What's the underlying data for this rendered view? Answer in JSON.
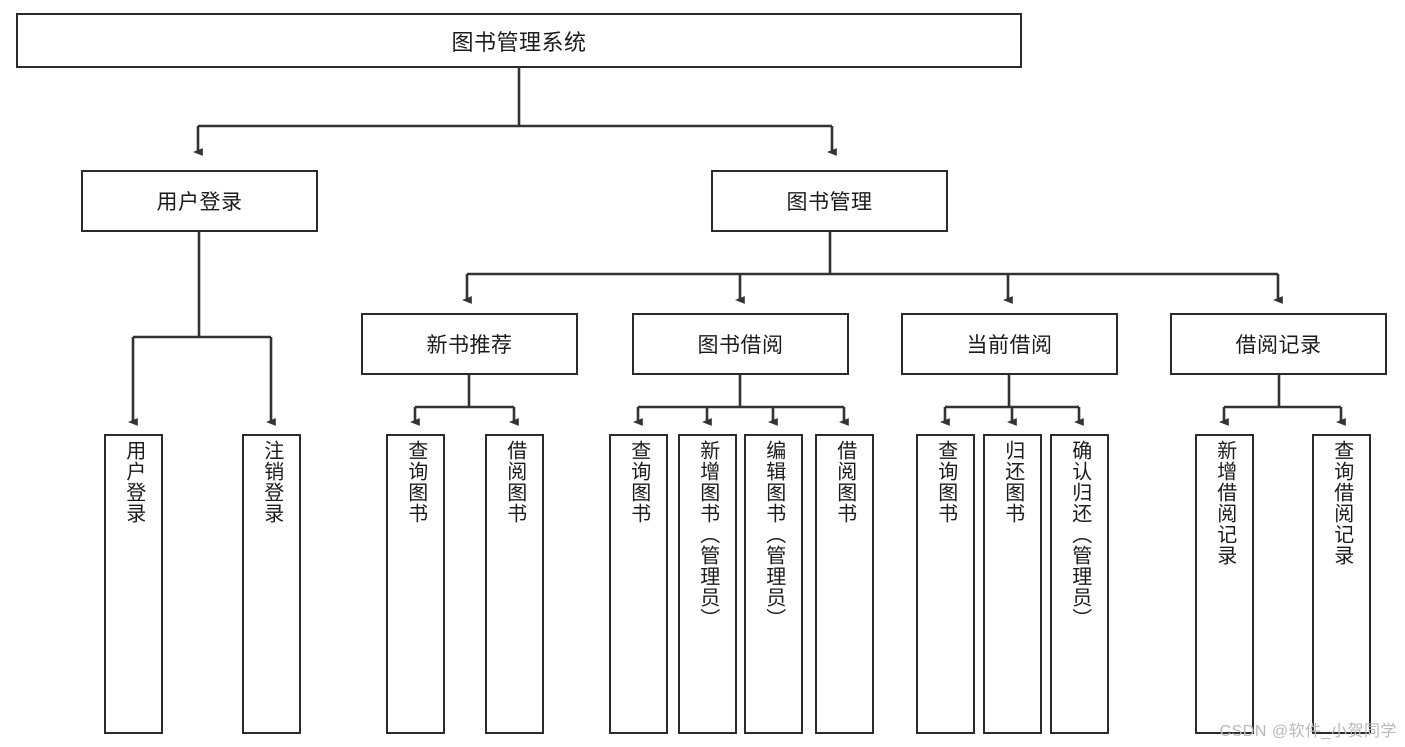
{
  "diagram": {
    "type": "tree",
    "title": "图书管理系统",
    "watermark": "CSDN @软件_小贺同学",
    "colors": {
      "box_border": "#2b2b2b",
      "box_fill": "#ffffff",
      "connector": "#333333",
      "text": "#1b1b1b",
      "watermark": "#b9b9b9"
    },
    "root": {
      "label": "图书管理系统"
    },
    "level1": [
      {
        "label": "用户登录"
      },
      {
        "label": "图书管理"
      }
    ],
    "level2": [
      {
        "label": "新书推荐"
      },
      {
        "label": "图书借阅"
      },
      {
        "label": "当前借阅"
      },
      {
        "label": "借阅记录"
      }
    ],
    "leaves": {
      "user_login": [
        {
          "label": "用户登录"
        },
        {
          "label": "注销登录"
        }
      ],
      "new_book_recommend": [
        {
          "label": "查询图书"
        },
        {
          "label": "借阅图书"
        }
      ],
      "book_borrow": [
        {
          "label": "查询图书"
        },
        {
          "label": "新增图书（管理员）"
        },
        {
          "label": "编辑图书（管理员）"
        },
        {
          "label": "借阅图书"
        }
      ],
      "current_borrow": [
        {
          "label": "查询图书"
        },
        {
          "label": "归还图书"
        },
        {
          "label": "确认归还（管理员）"
        }
      ],
      "borrow_record": [
        {
          "label": "新增借阅记录"
        },
        {
          "label": "查询借阅记录"
        }
      ]
    }
  }
}
